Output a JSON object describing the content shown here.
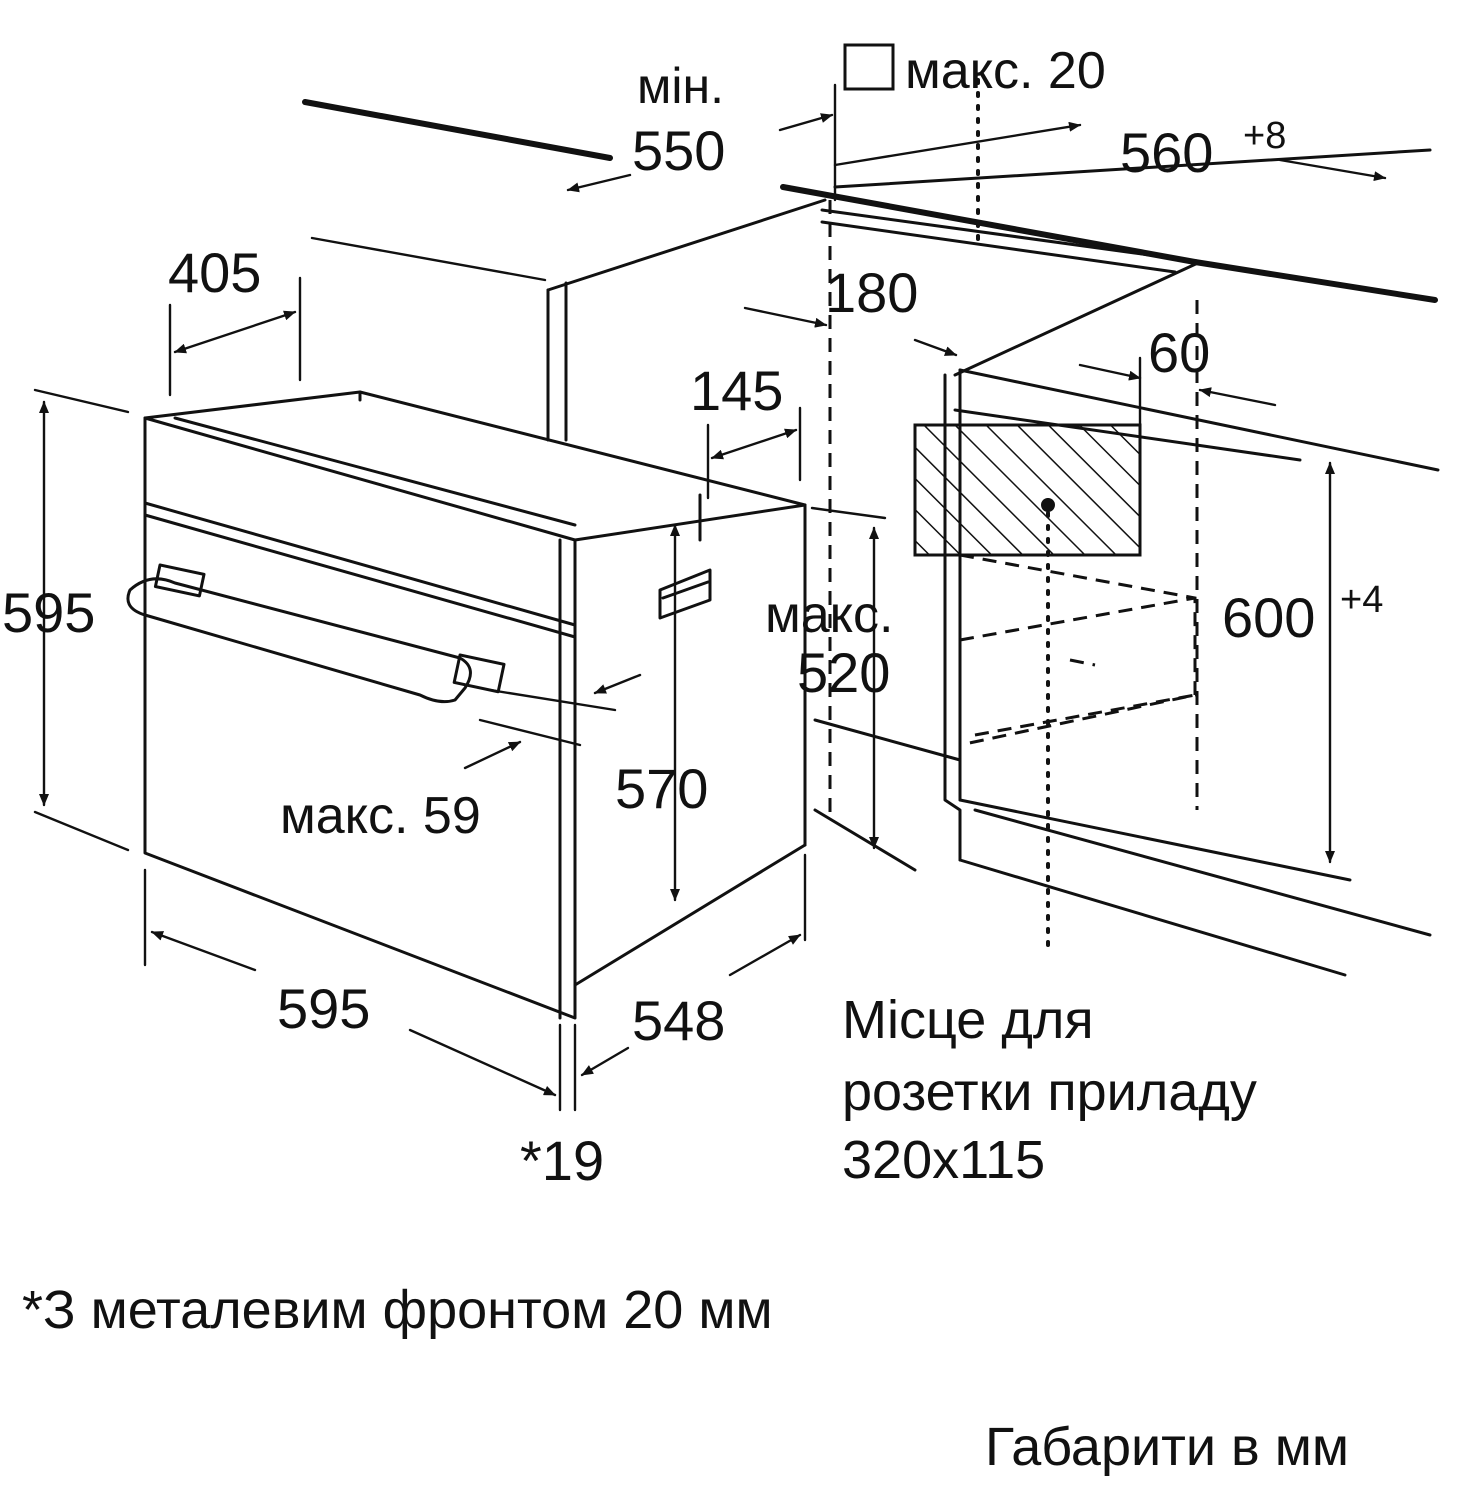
{
  "dimensions": {
    "min_label": "мін.",
    "min_value": "550",
    "max20": "макс. 20",
    "width_560": "560",
    "width_560_tol": "+8",
    "d405": "405",
    "d180": "180",
    "d60": "60",
    "d145": "145",
    "height_595": "595",
    "max_label": "макс.",
    "max_520": "520",
    "height_600": "600",
    "height_600_tol": "+4",
    "max59": "макс. 59",
    "d570": "570",
    "width_595": "595",
    "d548": "548",
    "d19": "*19"
  },
  "socket_note": {
    "line1": "Місце для",
    "line2": "розетки приладу",
    "line3": "320x115"
  },
  "footnote": "*З металевим фронтом 20 мм",
  "units_note": "Габарити в мм",
  "colors": {
    "ink": "#111111",
    "background": "#ffffff"
  }
}
